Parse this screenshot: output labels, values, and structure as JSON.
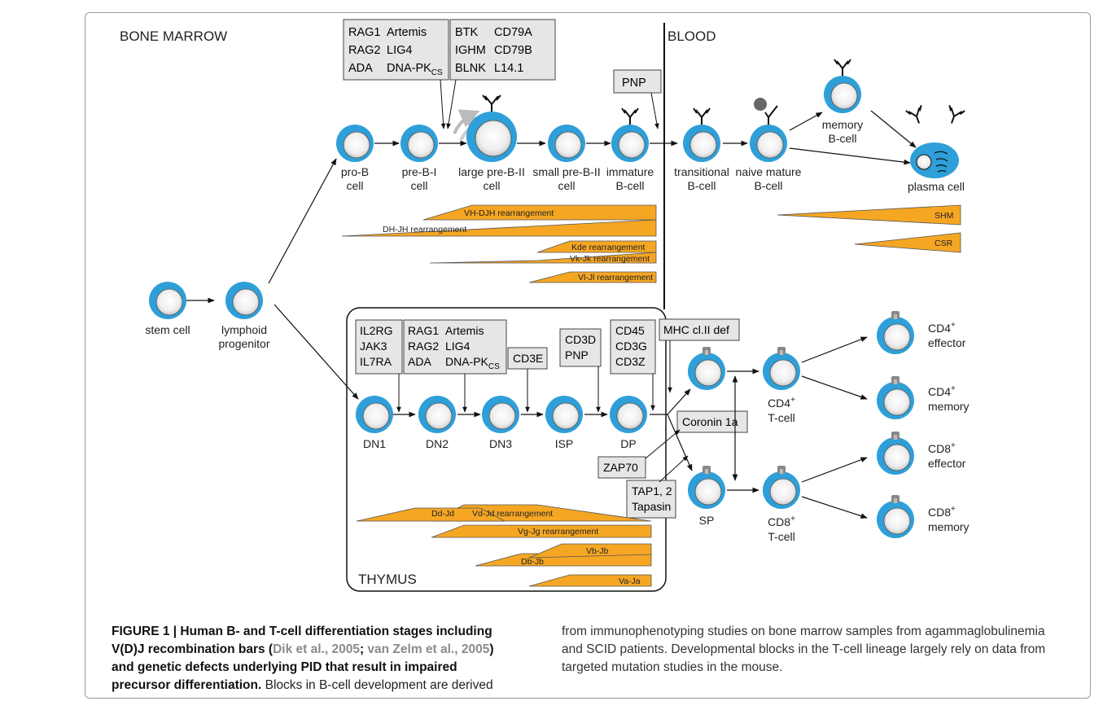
{
  "regions": {
    "bone_marrow": "BONE MARROW",
    "blood": "BLOOD",
    "thymus": "THYMUS"
  },
  "b_cells": {
    "pro_b": [
      "pro-B",
      "cell"
    ],
    "pre_b1": [
      "pre-B-I",
      "cell"
    ],
    "large_pre_b2": [
      "large pre-B-II",
      "cell"
    ],
    "small_pre_b2": [
      "small pre-B-II",
      "cell"
    ],
    "immature": [
      "immature",
      "B-cell"
    ],
    "transitional": [
      "transitional",
      "B-cell"
    ],
    "naive_mature": [
      "naive mature",
      "B-cell"
    ],
    "memory": [
      "memory",
      "B-cell"
    ],
    "plasma": [
      "plasma cell"
    ]
  },
  "progenitors": {
    "stem": [
      "stem cell"
    ],
    "lymphoid": [
      "lymphoid",
      "progenitor"
    ]
  },
  "t_cells": {
    "dn1": "DN1",
    "dn2": "DN2",
    "dn3": "DN3",
    "isp": "ISP",
    "dp": "DP",
    "sp": "SP",
    "cd4_t": [
      "CD4",
      "+",
      "T-cell"
    ],
    "cd8_t": [
      "CD8",
      "+",
      "T-cell"
    ],
    "cd4_eff": [
      "CD4",
      "+",
      "effector"
    ],
    "cd4_mem": [
      "CD4",
      "+",
      "memory"
    ],
    "cd8_eff": [
      "CD8",
      "+",
      "effector"
    ],
    "cd8_mem": [
      "CD8",
      "+",
      "memory"
    ]
  },
  "defect_boxes": {
    "b_rag": {
      "rows": [
        [
          "RAG1",
          "Artemis"
        ],
        [
          "RAG2",
          "LIG4"
        ],
        [
          "ADA",
          "DNA-PK"
        ]
      ],
      "sub": "CS"
    },
    "b_btk": {
      "rows": [
        [
          "BTK",
          "CD79A"
        ],
        [
          "IGHM",
          "CD79B"
        ],
        [
          "BLNK",
          "L14.1"
        ]
      ]
    },
    "b_pnp": [
      "PNP"
    ],
    "t_il2rg": [
      "IL2RG",
      "JAK3",
      "IL7RA"
    ],
    "t_rag": {
      "rows": [
        [
          "RAG1",
          "Artemis"
        ],
        [
          "RAG2",
          "LIG4"
        ],
        [
          "ADA",
          "DNA-PK"
        ]
      ],
      "sub": "CS"
    },
    "t_cd3e": [
      "CD3E"
    ],
    "t_cd3d": [
      "CD3D",
      "PNP"
    ],
    "t_cd45": [
      "CD45",
      "CD3G",
      "CD3Z"
    ],
    "t_mhc": [
      "MHC cl.II def"
    ],
    "t_coronin": [
      "Coronin 1a"
    ],
    "t_zap70": [
      "ZAP70"
    ],
    "t_tap": [
      "TAP1, 2",
      "Tapasin"
    ]
  },
  "rearrangement_bars": {
    "vh_djh": "VH-DJH rearrangement",
    "dh_jh": "DH-JH rearrangement",
    "kde": "Kde rearrangement",
    "vk_jk": "Vk-Jk rearrangement",
    "vl_jl": "Vl-Jl rearrangement",
    "shm": "SHM",
    "csr": "CSR",
    "dd_jd": "Dd-Jd",
    "vd_jd": "Vd-Jd rearrangement",
    "vg_jg": "Vg-Jg rearrangement",
    "db_jb": "Db-Jb",
    "vb_jb": "Vb-Jb",
    "va_ja": "Va-Ja"
  },
  "caption": {
    "bold_1": "FIGURE 1 | Human B- and T-cell differentiation stages including V(D)J recombination bars (",
    "ref_1": "Dik et al., 2005",
    "bold_2": "; ",
    "ref_2": "van Zelm et al., 2005",
    "bold_3": ") and genetic defects underlying PID that result in impaired precursor differentiation.",
    "normal_1": " Blocks in B-cell development are derived",
    "right": "from immunophenotyping studies on bone marrow samples from agammaglobulinemia and SCID patients. Developmental blocks in the T-cell lineage largely rely on data from targeted mutation studies in the mouse."
  },
  "colors": {
    "cell_outline": "#2e9fd8",
    "bar_fill": "#f5a623",
    "box_fill": "#e6e6e6",
    "caption_ref": "#8a8a8a"
  }
}
